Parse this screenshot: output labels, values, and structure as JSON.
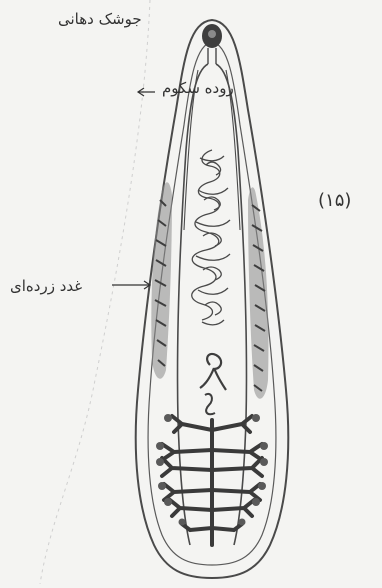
{
  "labels": {
    "oral_sucker": "جوشک دهانی",
    "caecum": "روده سکوم",
    "vitelline_glands": "غدد زرده‌ای",
    "figure_number": "(۱۵)"
  },
  "colors": {
    "paper": "#f4f4f2",
    "ink": "#4a4a4a",
    "stipple": "#6b6b6b"
  }
}
